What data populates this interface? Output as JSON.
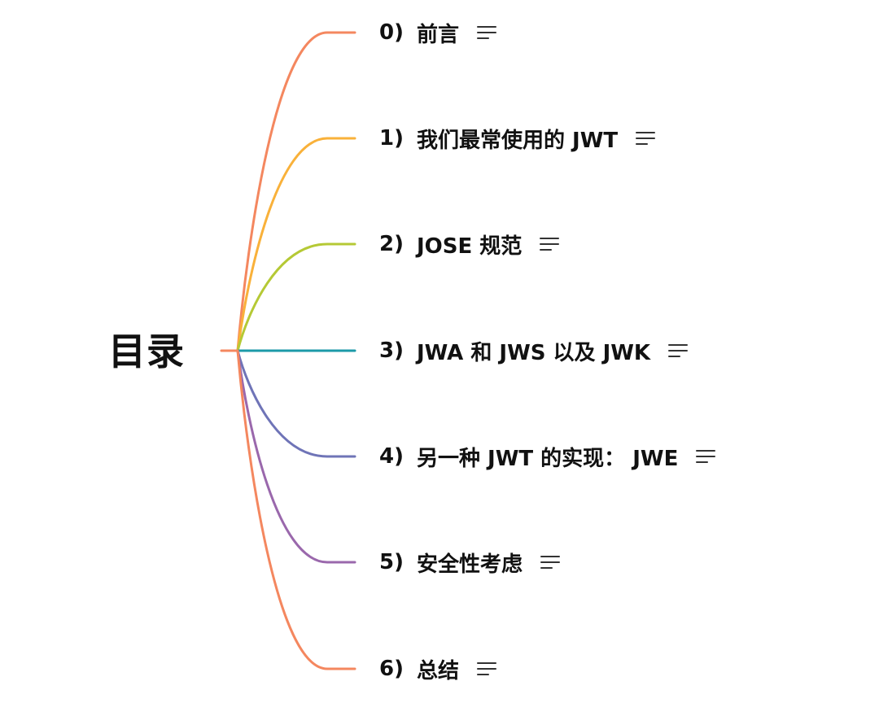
{
  "root": {
    "title": "目录"
  },
  "branches": [
    {
      "num": "0)",
      "label": "前言",
      "color": "#f4875f",
      "icon": "notes-icon"
    },
    {
      "num": "1)",
      "label": "我们最常使用的 JWT",
      "color": "#f9b13a",
      "icon": "notes-icon"
    },
    {
      "num": "2)",
      "label": "JOSE 规范",
      "color": "#b5c935",
      "icon": "notes-icon"
    },
    {
      "num": "3)",
      "label": "JWA 和 JWS 以及 JWK",
      "color": "#1c9aa8",
      "icon": "notes-icon"
    },
    {
      "num": "4)",
      "label": "另一种 JWT 的实现： JWE",
      "color": "#6f74b7",
      "icon": "notes-icon"
    },
    {
      "num": "5)",
      "label": "安全性考虑",
      "color": "#9a68ac",
      "icon": "notes-icon"
    },
    {
      "num": "6)",
      "label": "总结",
      "color": "#f4875f",
      "icon": "notes-icon"
    }
  ],
  "root_stub_color": "#f4875f"
}
